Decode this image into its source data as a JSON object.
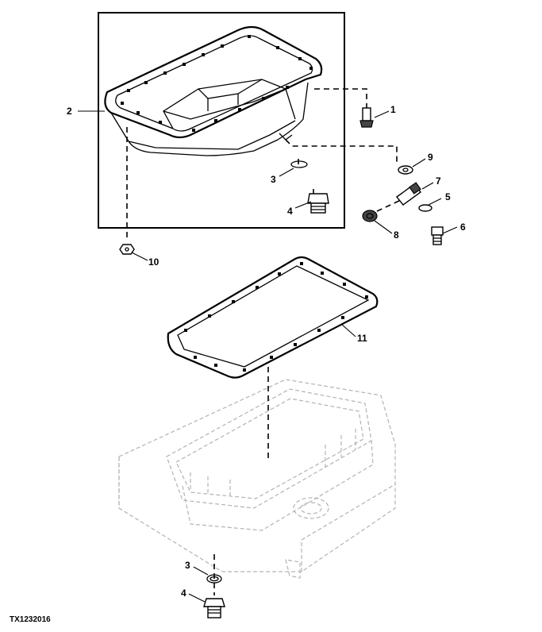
{
  "figure_id": "TX1232016",
  "callouts": {
    "c1": "1",
    "c2": "2",
    "c3a": "3",
    "c4a": "4",
    "c5": "5",
    "c6": "6",
    "c7": "7",
    "c8": "8",
    "c9": "9",
    "c10": "10",
    "c11": "11",
    "c3b": "3",
    "c4b": "4"
  }
}
